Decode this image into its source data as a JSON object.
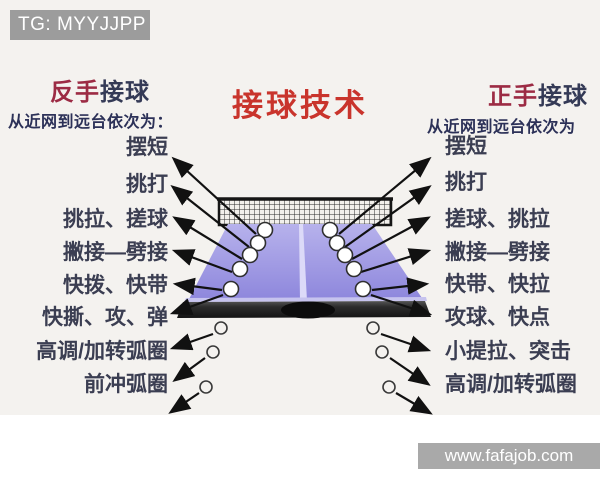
{
  "title": "接球技术",
  "watermarks": {
    "top": "TG: MYYJJPP",
    "bottom": "www.fafajob.com"
  },
  "left": {
    "header_accent": "反手",
    "header_rest": "接球",
    "subtitle": "从近网到远台依次为：",
    "items": [
      "摆短",
      "挑打",
      "挑拉、搓球",
      "撇接—劈接",
      "快拨、快带",
      "快撕、攻、弹",
      "高调/加转弧圈",
      "前冲弧圈"
    ]
  },
  "right": {
    "header_accent": "正手",
    "header_rest": "接球",
    "subtitle": "从近网到远台依次为",
    "items": [
      "摆短",
      "挑打",
      "搓球、挑拉",
      "撇接—劈接",
      "快带、快拉",
      "攻球、快点",
      "小提拉、突击",
      "高调/加转弧圈"
    ]
  },
  "colors": {
    "title_red": "#c9342c",
    "header_accent_red": "#9c2b44",
    "label_navy": "#3b3e52",
    "table_purple": "#a29bе4",
    "banner_gray": "#9c9c9c"
  }
}
